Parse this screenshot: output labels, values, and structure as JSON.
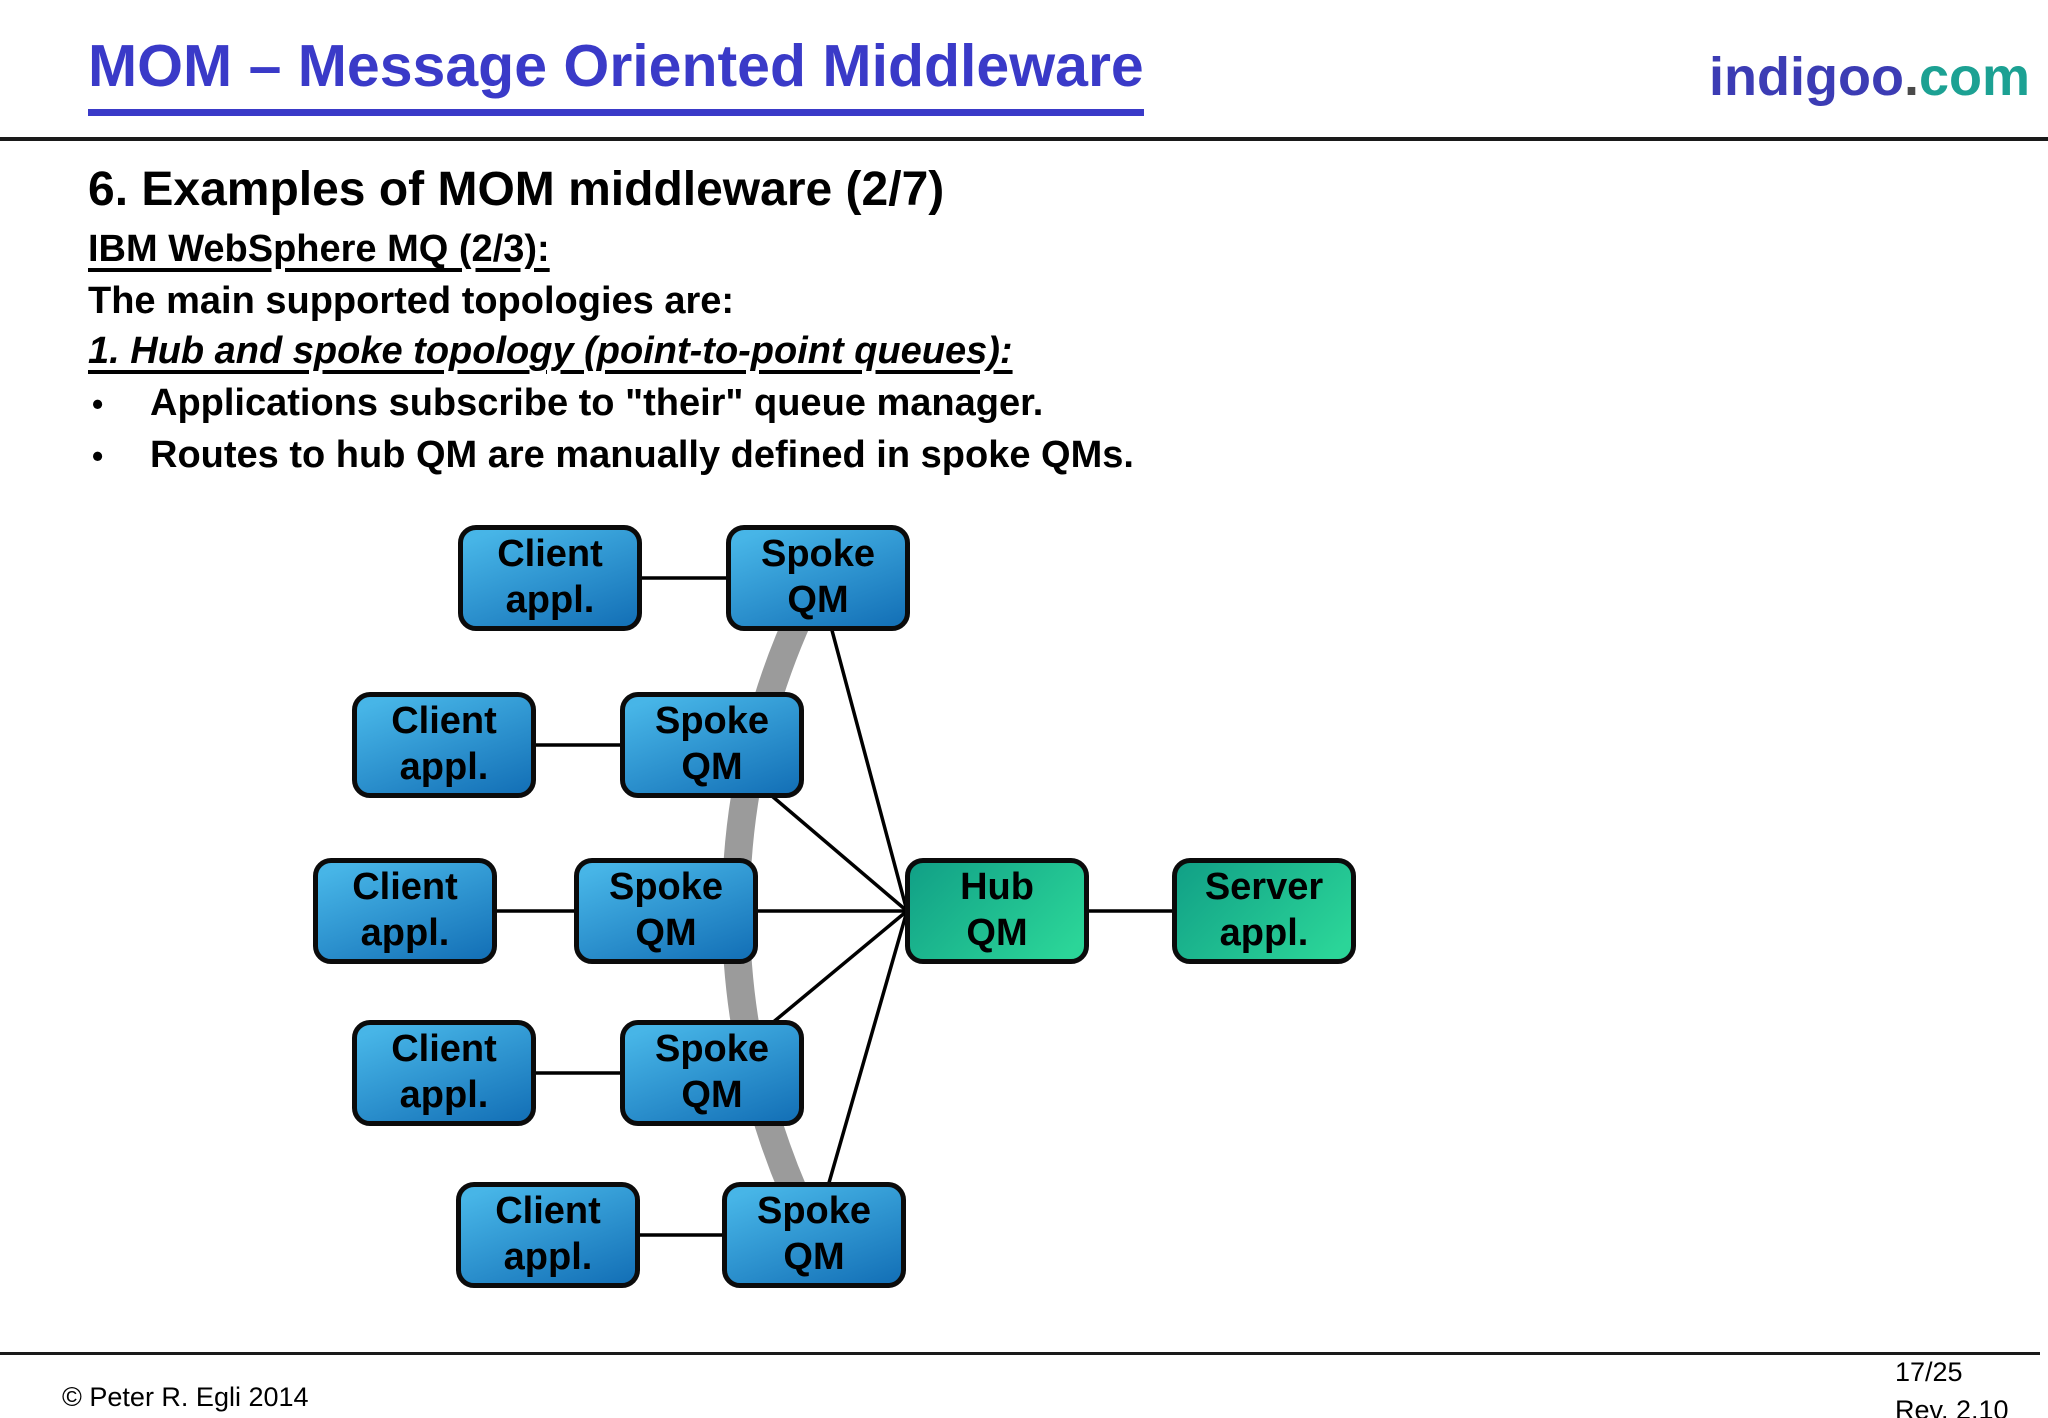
{
  "slide": {
    "title": "MOM – Message Oriented Middleware",
    "brand": {
      "name": "indigoo",
      "dot": ".",
      "tld": "com"
    },
    "heading": "6. Examples of MOM middleware (2/7)",
    "subheading": "IBM WebSphere MQ (2/3):",
    "intro": "The main supported topologies are:",
    "topology_title": "1. Hub and spoke topology (point-to-point queues):",
    "bullet_char": "•",
    "bullets": [
      "Applications subscribe to \"their\" queue manager.",
      "Routes to hub QM are manually defined in spoke QMs."
    ],
    "footer": {
      "copyright": "© Peter R. Egli 2014",
      "page": "17/25",
      "revision": "Rev. 2.10"
    }
  },
  "diagram": {
    "nodes": [
      {
        "id": "client-appl-1",
        "kind": "client",
        "lines": [
          "Client",
          "appl."
        ]
      },
      {
        "id": "spoke-qm-1",
        "kind": "spoke",
        "lines": [
          "Spoke",
          "QM"
        ]
      },
      {
        "id": "client-appl-2",
        "kind": "client",
        "lines": [
          "Client",
          "appl."
        ]
      },
      {
        "id": "spoke-qm-2",
        "kind": "spoke",
        "lines": [
          "Spoke",
          "QM"
        ]
      },
      {
        "id": "client-appl-3",
        "kind": "client",
        "lines": [
          "Client",
          "appl."
        ]
      },
      {
        "id": "spoke-qm-3",
        "kind": "spoke",
        "lines": [
          "Spoke",
          "QM"
        ]
      },
      {
        "id": "hub-qm",
        "kind": "hub",
        "lines": [
          "Hub",
          "QM"
        ]
      },
      {
        "id": "server-appl",
        "kind": "server",
        "lines": [
          "Server",
          "appl."
        ]
      },
      {
        "id": "client-appl-4",
        "kind": "client",
        "lines": [
          "Client",
          "appl."
        ]
      },
      {
        "id": "spoke-qm-4",
        "kind": "spoke",
        "lines": [
          "Spoke",
          "QM"
        ]
      },
      {
        "id": "client-appl-5",
        "kind": "client",
        "lines": [
          "Client",
          "appl."
        ]
      },
      {
        "id": "spoke-qm-5",
        "kind": "spoke",
        "lines": [
          "Spoke",
          "QM"
        ]
      }
    ]
  },
  "colors": {
    "title_indigo": "#3A3AC8",
    "brand_indigo": "#3C3CB4",
    "brand_dot": "#4A4A4A",
    "brand_teal": "#1CA193",
    "box_blue_light": "#47B5E7",
    "box_blue_dark": "#1572B8",
    "box_green_light": "#2BD598",
    "box_green_dark": "#12A287",
    "arc_gray": "#9B9B9B",
    "line_black": "#000000",
    "rule_black": "#1A1A1A"
  }
}
